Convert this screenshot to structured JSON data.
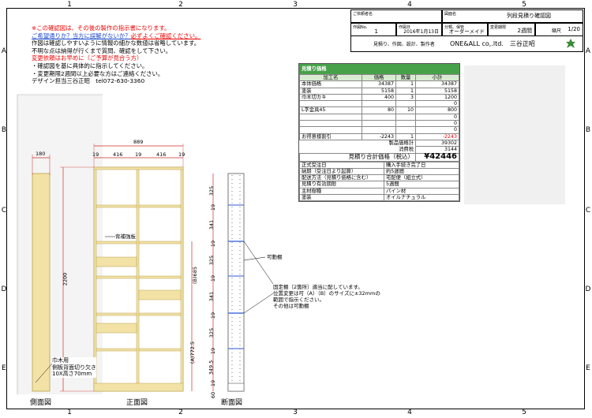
{
  "columns": [
    "1",
    "2",
    "3",
    "4",
    "5"
  ],
  "rows": [
    "A",
    "B",
    "C",
    "D",
    "E"
  ],
  "notes": {
    "line1": "※この確認図は、その後の製作の指示書になります。",
    "line2a": "ご希望通りか？当方に誤解がないか？",
    "line2b": "必ずよくご確認ください。",
    "line3": "作図は確認しやすいように情報の細かな数値は省略しています。",
    "line4": "不明な点は納得が行くまで質問、確認をして下さい。",
    "line5": "変更依頼はお早めに（ご予算が見合う方）",
    "line6": "・確認図を基に具体的に指示してください。",
    "line7": "・変更期限2週間以上必要な方はご連絡ください。",
    "line8": "デザイン担当三谷正昭　tel072-630-3360"
  },
  "title_block": {
    "customer_label": "ご依頼者名",
    "customer_value": "",
    "drawing_name_label": "図面名",
    "drawing_name": "列段見積り確認図",
    "sheet_no_label": "作図No.",
    "sheet_no": "1",
    "date_label": "作図日",
    "date": "2016年1月13日",
    "category_label": "分類、保管",
    "category": "オーダーメイド",
    "deadline_label": "変更期限",
    "deadline": "2週間",
    "scale_label": "縮尺",
    "scale": "1/20",
    "maker_label": "見積り、作図、設計、製作者",
    "maker": "ONE&ALL co,.ltd.　三谷正昭"
  },
  "estimate": {
    "title": "見積り価格",
    "headers": [
      "加工名",
      "価格",
      "数量",
      "小計"
    ],
    "rows": [
      [
        "本体価格",
        "34387",
        "1",
        "34387"
      ],
      [
        "塗装",
        "5158",
        "1",
        "5158"
      ],
      [
        "巾木切カキ",
        "400",
        "3",
        "1200"
      ],
      [
        "",
        "",
        "",
        "0"
      ],
      [
        "L字金具45",
        "80",
        "10",
        "800"
      ],
      [
        "",
        "",
        "",
        "0"
      ],
      [
        "",
        "",
        "",
        "0"
      ],
      [
        "",
        "",
        "",
        "0"
      ],
      [
        "お得意様割引",
        "-2243",
        "1",
        "-2243"
      ]
    ],
    "subtotal_label": "製品価格計",
    "subtotal": "39302",
    "tax_label": "消費税",
    "tax": "3144",
    "total_label": "見積り合計価格（税込）",
    "total": "¥42446",
    "info": [
      [
        "正式受注日",
        "購入手続き完了日"
      ],
      [
        "納期（受注日より起算）",
        "約5週間"
      ],
      [
        "配送方法（見積り価格に含む）",
        "宅配便（組立式）"
      ],
      [
        "見積り有効期限",
        "5週間"
      ],
      [
        "主材樹種",
        "パイン材"
      ],
      [
        "塗装",
        "オイルナチュラル"
      ]
    ]
  },
  "drawing": {
    "side_depth": "180",
    "overall_width": "889",
    "widths": [
      "19",
      "416",
      "19",
      "416",
      "19"
    ],
    "height": "2200",
    "label_back": "背補強板",
    "label_movable": "可動棚",
    "shelf_dims": [
      "325",
      "341",
      "325",
      "341",
      "325",
      "349.5"
    ],
    "thickness": "19",
    "bottom_60": "60",
    "dim_b": "(B)685",
    "dim_a": "(A)772.5",
    "note_fixed": [
      "固定棚（2箇所）適当に配しています。",
      "位置変更は可（A）（B）のサイズに±32mmの",
      "範囲で指示ください。",
      "その他は可動棚"
    ],
    "note_baseboard": [
      "巾木用",
      "側板背面切り欠き",
      "10X高さ70mm"
    ],
    "view_side": "側面図",
    "view_front": "正面図",
    "view_section": "断面図"
  },
  "colors": {
    "wood": "#f2e2a6",
    "woodEdge": "#b99f4e",
    "dim": "#d12b2b",
    "grid": "#2f59d6",
    "header": "#46a148"
  }
}
